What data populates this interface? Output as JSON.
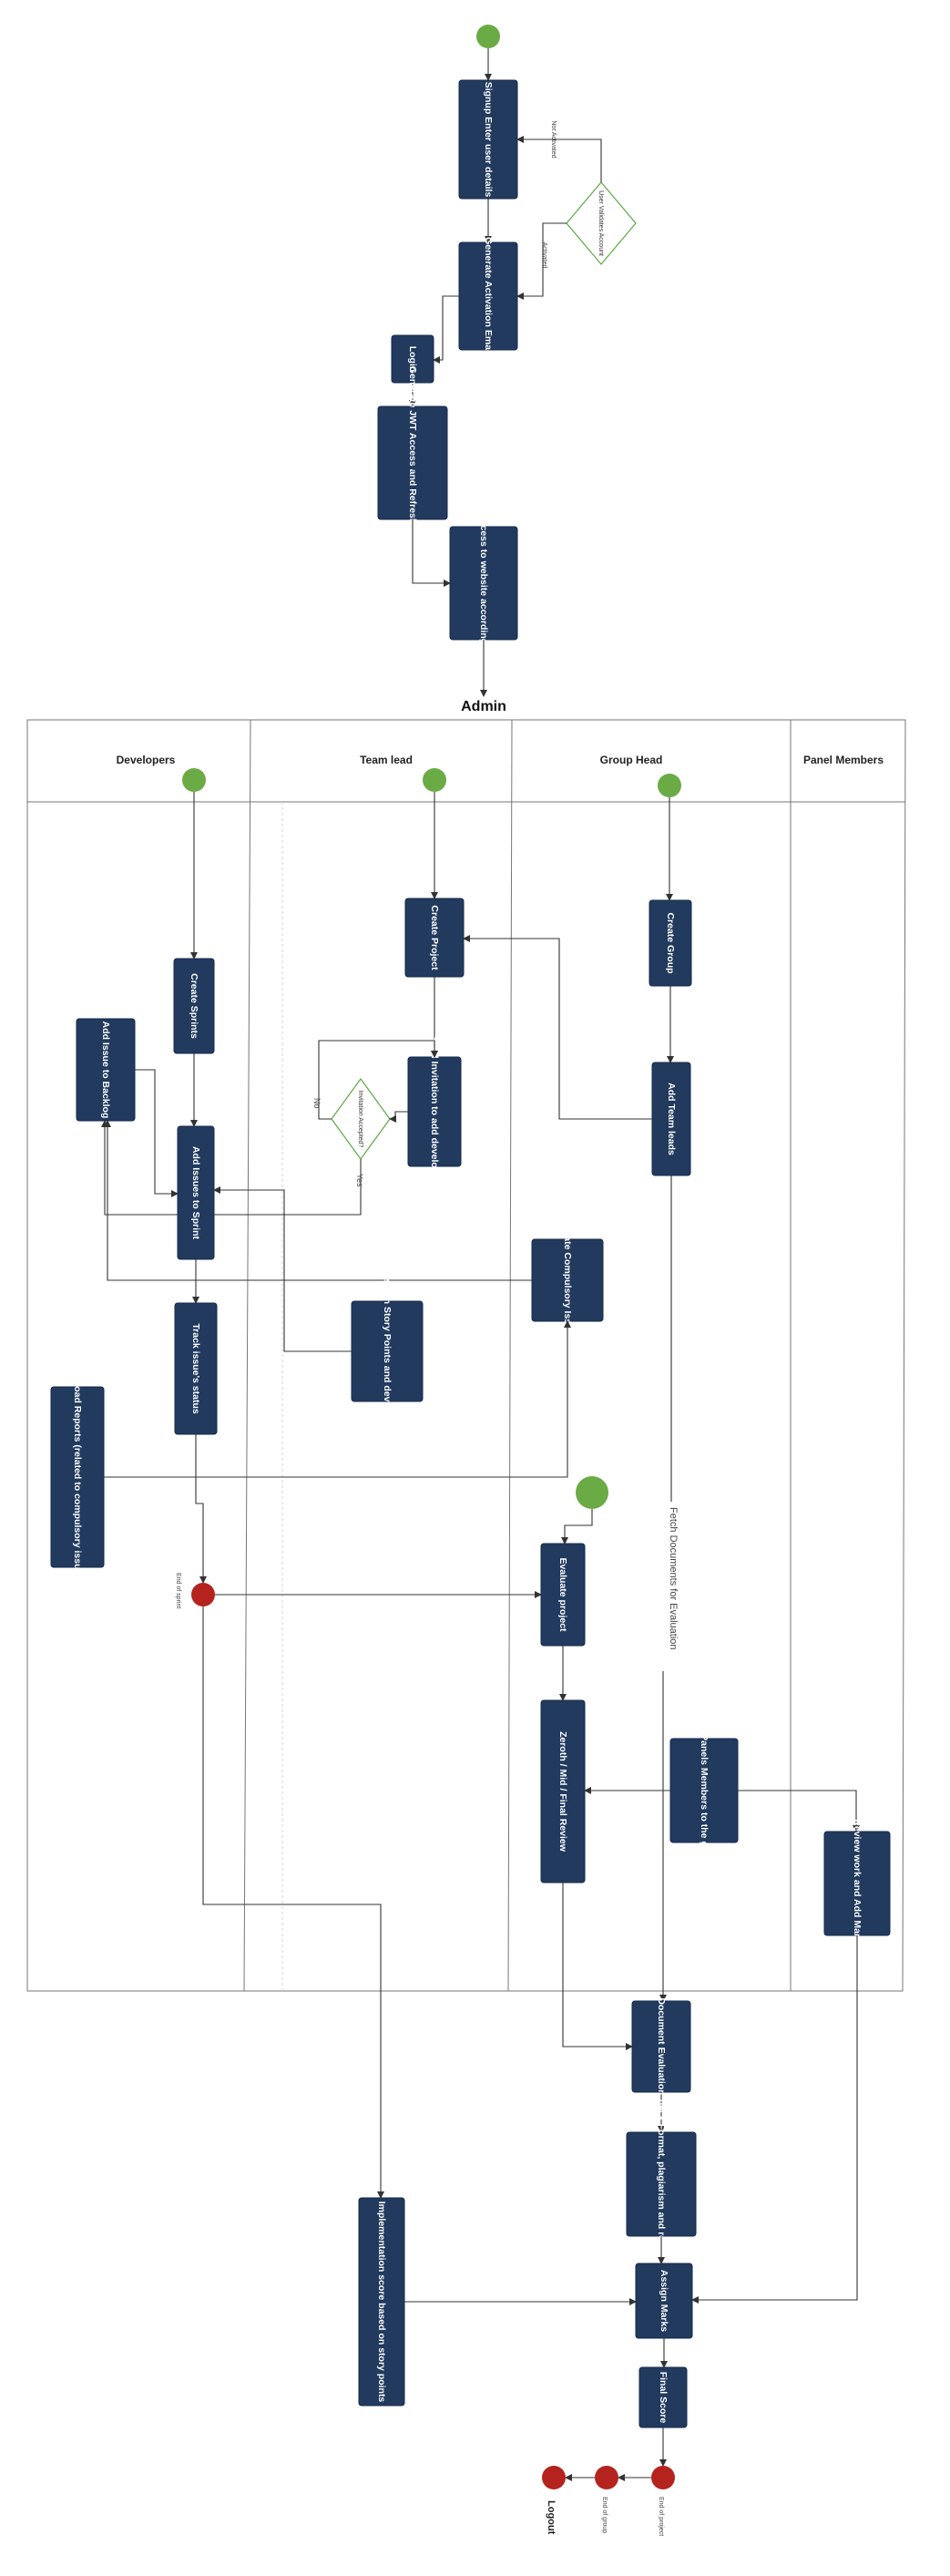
{
  "diagram": {
    "top": {
      "signup": "Signup Enter user details",
      "validate": "User Validates Account",
      "not_activated": "Not Activated",
      "activated": "Activated",
      "activation_email": "Generate Activation Email",
      "login": "Login",
      "jwt": "Generate JWT Access and Refresh Tokens",
      "give_access": "Give Access to website according to role"
    },
    "admin_title": "Admin",
    "lanes": {
      "developers": "Developers",
      "team_lead": "Team lead",
      "group_head": "Group Head",
      "panel_members": "Panel Members"
    },
    "nodes": {
      "create_project": "Create Project",
      "create_group": "Create Group",
      "create_sprints": "Create Sprints",
      "add_issue_backlog": "Add Issue to Backlog",
      "send_invitation": "Send Invitation to add developers",
      "invitation_accepted": "Invitation Accepted?",
      "no": "No",
      "yes": "Yes",
      "add_team_leads": "Add Team leads",
      "add_issues_sprint": "Add Issues to Sprint",
      "create_compulsory": "Create Compulsory Issues",
      "track_status": "Track issue's status",
      "assign_story": "Assign Story Points and developer",
      "upload_reports": "Upload Reports (related to compulsory issues)",
      "fetch_documents": "Fetch Documents for Evaluation",
      "end_of_sprint": "End of sprint",
      "evaluate_project": "Evaluate project",
      "review_stage": "Zeroth / Mid / Final Review",
      "add_panels": "Add Panels Members to the group",
      "review_work": "Review work and Add Marks",
      "document_evaluation": "Document Evaluation",
      "check_format": "Check Format, plagiarism and relevance",
      "implementation_score": "Implementation score based on story points",
      "assign_marks": "Assign Marks",
      "final_score": "Final Score",
      "end_of_project": "End of project",
      "end_of_group": "End of group",
      "logout": "Logout"
    }
  }
}
